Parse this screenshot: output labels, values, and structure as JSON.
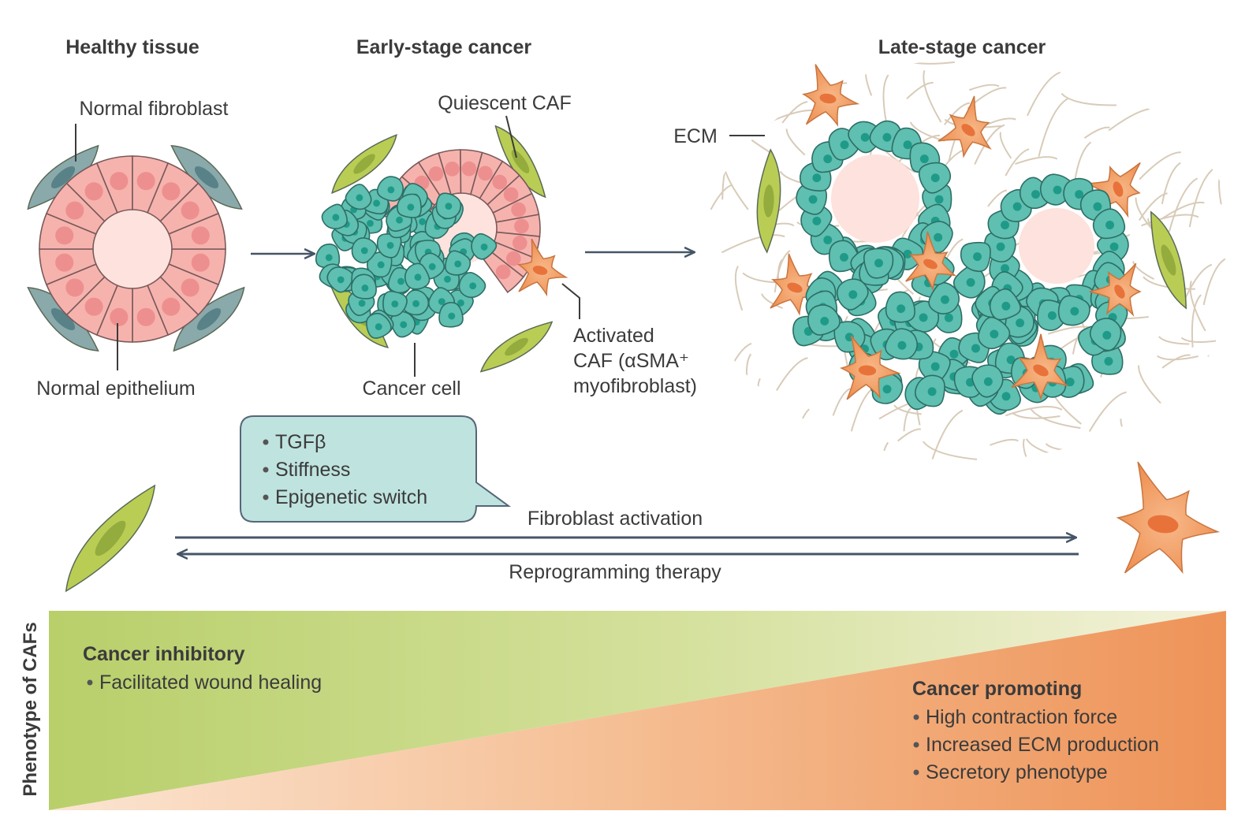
{
  "panels": {
    "healthy": {
      "title": "Healthy tissue",
      "label_fibroblast": "Normal fibroblast",
      "label_epithelium": "Normal epithelium"
    },
    "early": {
      "title": "Early-stage cancer",
      "label_quiescent": "Quiescent CAF",
      "label_cancer_cell": "Cancer cell",
      "label_activated_line1": "Activated",
      "label_activated_line2": "CAF (αSMA⁺",
      "label_activated_line3": "myofibroblast)"
    },
    "late": {
      "title": "Late-stage cancer",
      "label_ecm": "ECM"
    }
  },
  "callout": {
    "items": [
      "TGFβ",
      "Stiffness",
      "Epigenetic switch"
    ]
  },
  "arrows": {
    "forward_label": "Fibroblast activation",
    "reverse_label": "Reprogramming therapy"
  },
  "phenotype": {
    "axis_label": "Phenotype of CAFs",
    "inhibitory": {
      "title": "Cancer inhibitory",
      "items": [
        "Facilitated wound healing"
      ]
    },
    "promoting": {
      "title": "Cancer promoting",
      "items": [
        "High contraction force",
        "Increased ECM production",
        "Secretory phenotype"
      ]
    }
  },
  "colors": {
    "healthy_epithelium": "#f6b3ae",
    "lumen": "#fde2dd",
    "cancer_cell": "#5fbfb0",
    "nucleus": "#1f9a89",
    "normal_fibroblast": "#8aa9ab",
    "quiescent_caf": "#b9cd55",
    "activated_caf": "#f19a5d",
    "ecm": "#d8cbb8",
    "gradient_green": "#b8cf6a",
    "gradient_orange": "#f09560",
    "arrow": "#445566"
  }
}
